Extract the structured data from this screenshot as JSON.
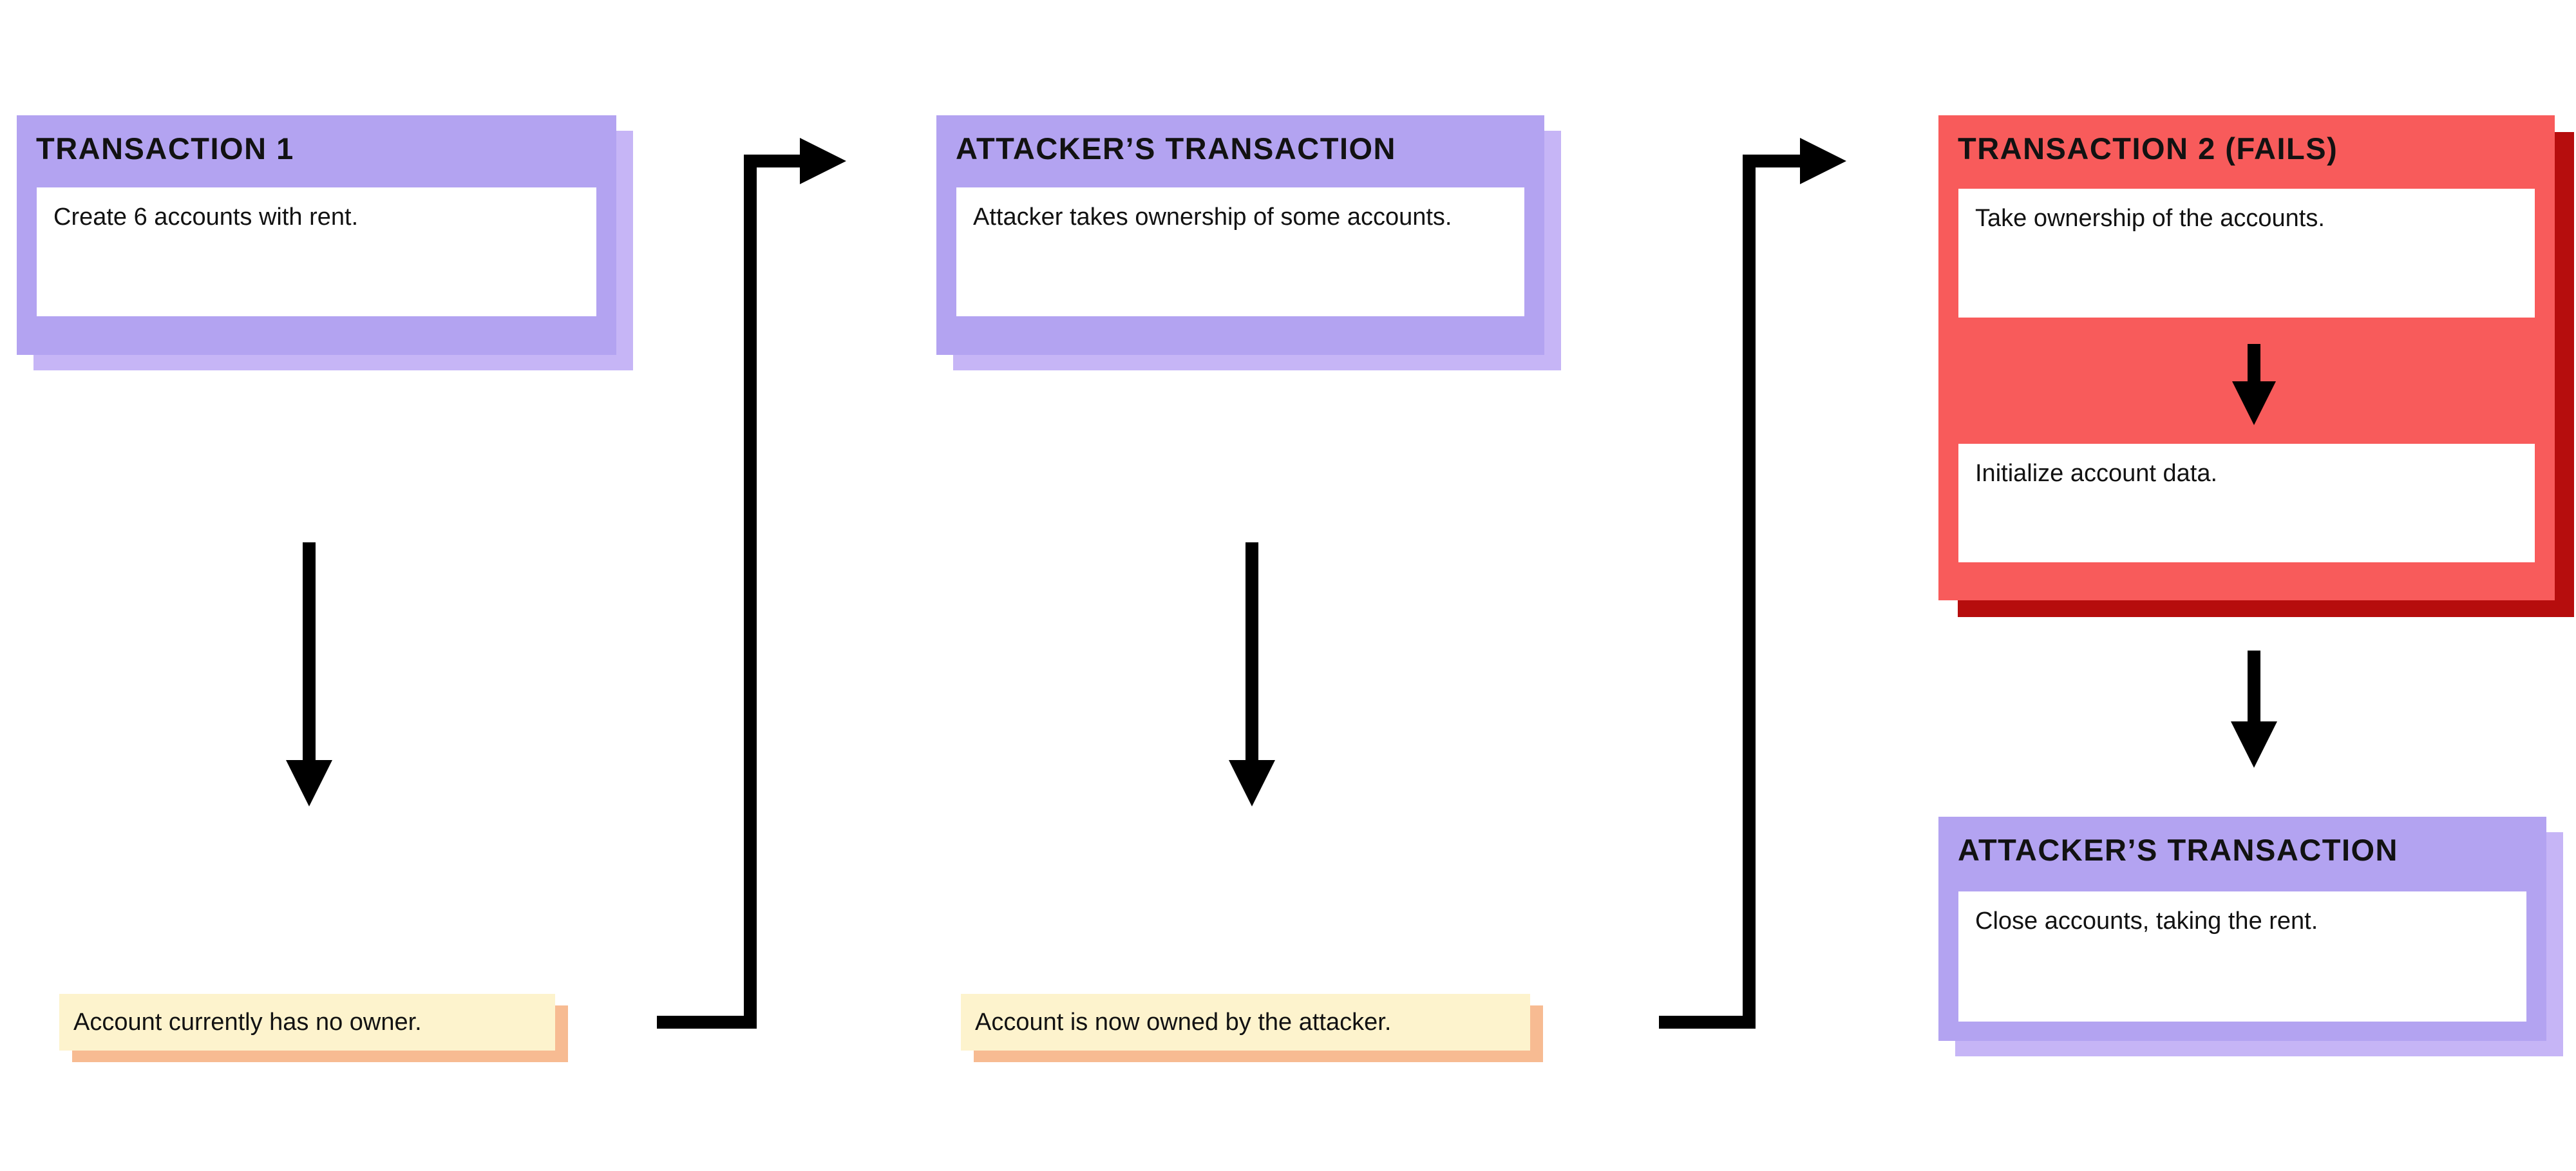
{
  "colors": {
    "purple": "#b3a3f1",
    "purple_shadow": "#c6b5f6",
    "red": "#f85b5b",
    "red_shadow": "#b60d0d",
    "yellow": "#fdf3cd",
    "yellow_shadow": "#f7bb92",
    "arrow": "#000000",
    "text": "#121212",
    "card_inner": "#ffffff"
  },
  "cards": {
    "transaction1": {
      "title": "TRANSACTION 1",
      "body": "Create 6 accounts with rent."
    },
    "attacker_tx_top": {
      "title": "ATTACKER’S TRANSACTION",
      "body": "Attacker takes ownership of some accounts."
    },
    "transaction2": {
      "title": "TRANSACTION 2 (FAILS)",
      "step1": "Take ownership of the accounts.",
      "step2": "Initialize account data."
    },
    "attacker_tx_bottom": {
      "title": "ATTACKER’S TRANSACTION",
      "body": "Close accounts, taking the rent."
    }
  },
  "notes": {
    "no_owner": "Account currently has no owner.",
    "attacker_owned": "Account is now owned by the attacker."
  }
}
